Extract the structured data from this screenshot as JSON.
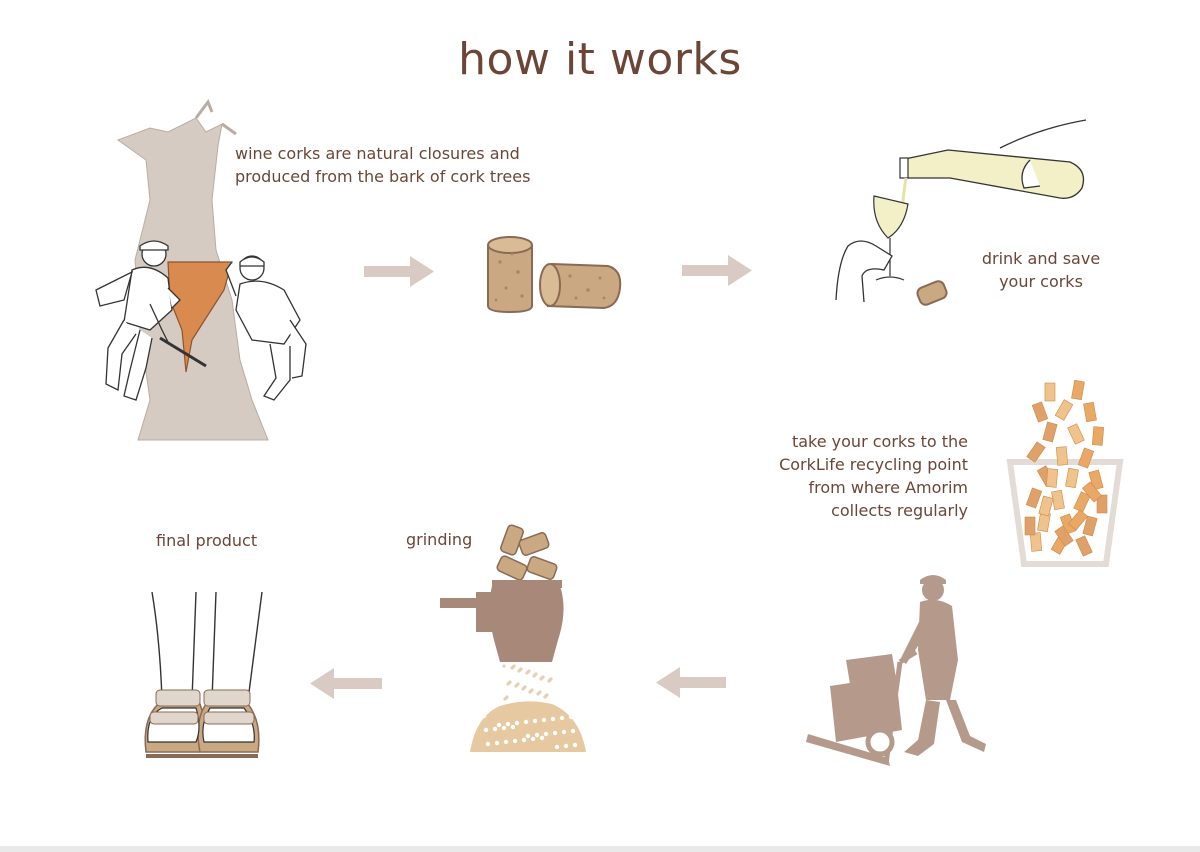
{
  "page": {
    "title": "how it works"
  },
  "steps": [
    {
      "id": "bark",
      "caption_lines": [
        "wine corks are natural closures and",
        "produced from the bark of cork trees"
      ]
    },
    {
      "id": "drink",
      "caption_lines": [
        "drink and save",
        "your corks"
      ]
    },
    {
      "id": "recycle",
      "caption_lines": [
        "take your corks to the",
        "CorkLife recycling point",
        "from where Amorim",
        "collects regularly"
      ]
    },
    {
      "id": "grinding",
      "caption_lines": [
        "grinding"
      ]
    },
    {
      "id": "final",
      "caption_lines": [
        "final product"
      ]
    }
  ],
  "colors": {
    "text": "#6b4636",
    "cork": "#c9a882",
    "cork_dark": "#8a6a55",
    "bark": "#d6cbc2",
    "orange": "#d98a4e",
    "arrow": "#d9cbc3",
    "silhouette": "#b59a8c",
    "mill": "#a88878"
  },
  "icons": [
    "cork-tree-icon",
    "wine-corks-icon",
    "pouring-wine-icon",
    "cork-bin-icon",
    "hand-truck-worker-icon",
    "grinder-icon",
    "sandals-icon"
  ]
}
